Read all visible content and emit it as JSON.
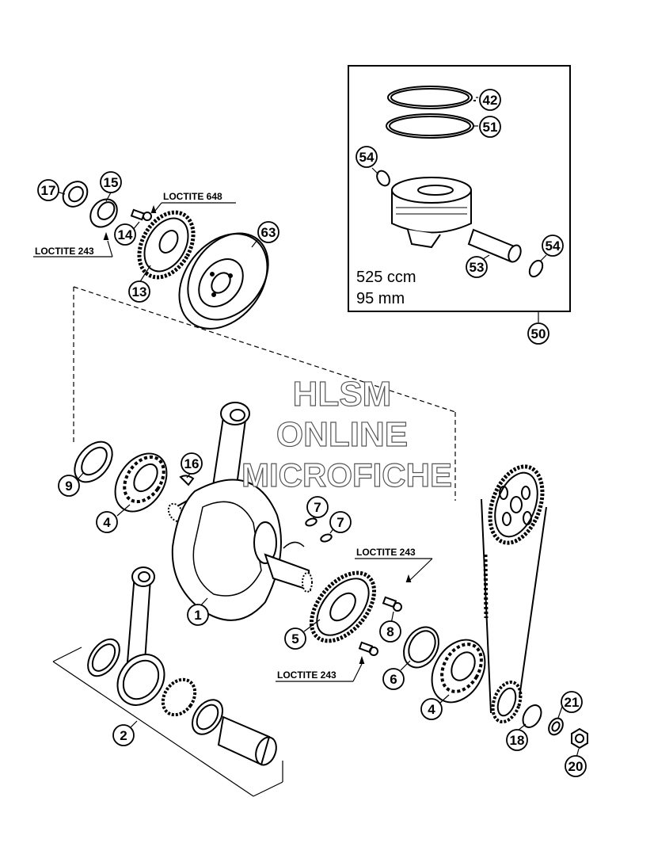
{
  "callouts": {
    "c1": "1",
    "c2": "2",
    "c4a": "4",
    "c4b": "4",
    "c5": "5",
    "c6": "6",
    "c7a": "7",
    "c7b": "7",
    "c8": "8",
    "c9": "9",
    "c13": "13",
    "c14": "14",
    "c15": "15",
    "c16": "16",
    "c17": "17",
    "c18": "18",
    "c20": "20",
    "c21": "21",
    "c42": "42",
    "c50": "50",
    "c51": "51",
    "c53": "53",
    "c54a": "54",
    "c54b": "54",
    "c63": "63"
  },
  "loctite": {
    "l648": "LOCTITE 648",
    "l243a": "LOCTITE 243",
    "l243b": "LOCTITE 243",
    "l243c": "LOCTITE 243"
  },
  "piston_spec": {
    "displacement": "525 ccm",
    "bore": "95 mm"
  },
  "watermark": {
    "line1": "HLSM",
    "line2": "ONLINE",
    "line3": "MICROFICHE"
  }
}
